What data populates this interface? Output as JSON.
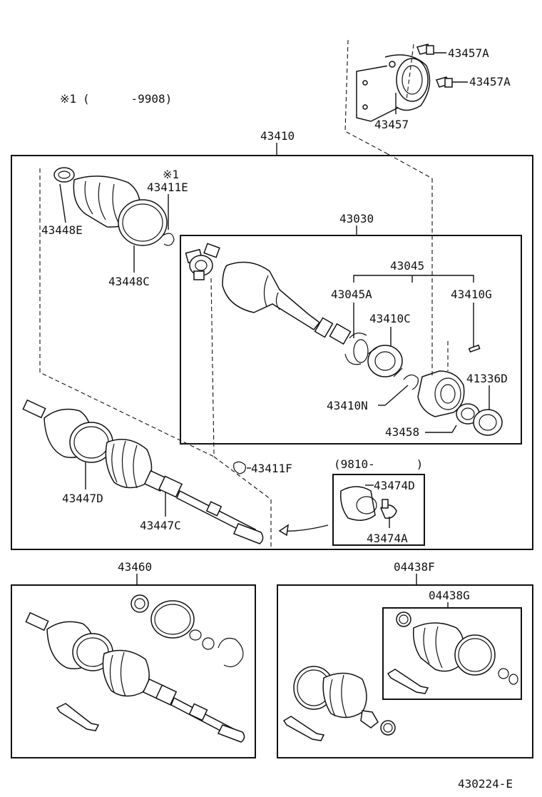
{
  "note": {
    "symbol": "※1",
    "range": "(      -9908)"
  },
  "labels": {
    "p43457A_1": "43457A",
    "p43457A_2": "43457A",
    "p43457": "43457",
    "p43410": "43410",
    "p43411E_mark": "※1",
    "p43411E": "43411E",
    "p43448E": "43448E",
    "p43448C": "43448C",
    "p43030": "43030",
    "p43045": "43045",
    "p43045A": "43045A",
    "p43410G": "43410G",
    "p43410C": "43410C",
    "p41336D": "41336D",
    "p43410N": "43410N",
    "p43458": "43458",
    "p43447D": "43447D",
    "p43447C": "43447C",
    "p43411F": "43411F",
    "range9810": "(9810-      )",
    "p43474D": "43474D",
    "p43474A": "43474A",
    "p43460": "43460",
    "p04438F": "04438F",
    "p04438G": "04438G",
    "figure_code": "430224-E"
  }
}
